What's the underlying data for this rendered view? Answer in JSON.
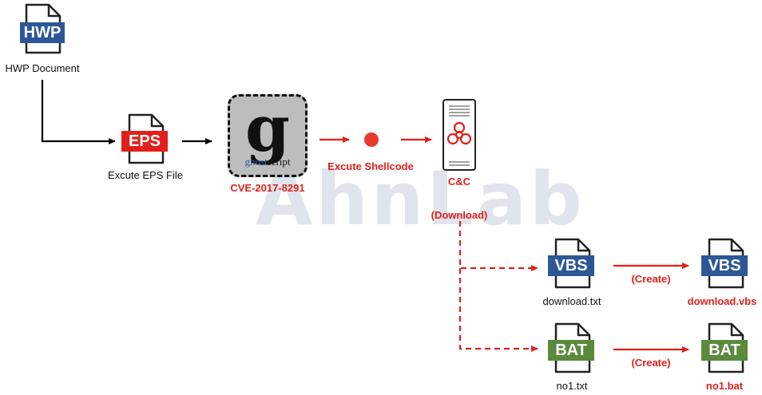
{
  "watermark": "AhnLab",
  "nodes": {
    "hwp": {
      "badge": "HWP",
      "label": "HWP Document"
    },
    "eps": {
      "badge": "EPS",
      "label": "Excute EPS File"
    },
    "ghostscript": {
      "logo_glyph": "g",
      "logo_text_a": "ghost",
      "logo_text_b": "script",
      "label": "CVE-2017-8291"
    },
    "shellcode": {
      "label": "Excute Shellcode"
    },
    "cnc": {
      "label": "C&C",
      "sublabel": "(Download)"
    },
    "vbs_download": {
      "badge": "VBS",
      "label": "download.txt"
    },
    "vbs_created": {
      "badge": "VBS",
      "label": "download.vbs"
    },
    "bat_download": {
      "badge": "BAT",
      "label": "no1.txt"
    },
    "bat_created": {
      "badge": "BAT",
      "label": "no1.bat"
    }
  },
  "edges": {
    "create_vbs": "(Create)",
    "create_bat": "(Create)"
  },
  "colors": {
    "hwp_badge": "#2b5797",
    "eps_badge": "#e0201b",
    "vbs_badge": "#2b5797",
    "bat_badge": "#5b8a3c",
    "flow_red": "#e0201b",
    "watermark": "#c5cfdf"
  }
}
